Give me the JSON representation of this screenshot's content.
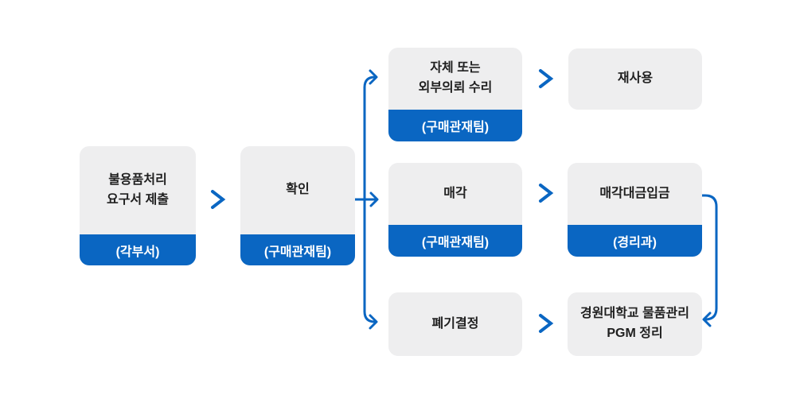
{
  "colors": {
    "background": "#FFFFFF",
    "box_gray": "#EEEEEF",
    "accent_blue": "#0A66C2",
    "label_text": "#1F1F1F",
    "band_text": "#FFFFFF"
  },
  "icons": {
    "chevron_right": "❯",
    "arrow_right": "→",
    "arrow_left": "←"
  },
  "flowchart": {
    "nodes": [
      {
        "label": "불용품처리\n요구서 제출",
        "department": "(각부서)"
      },
      {
        "label": "확인",
        "department": "(구매관재팀)"
      },
      {
        "label": "자체 또는\n외부의뢰 수리",
        "department": "(구매관재팀)"
      },
      {
        "label": "재사용"
      },
      {
        "label": "매각",
        "department": "(구매관재팀)"
      },
      {
        "label": "매각대금입금",
        "department": "(경리과)"
      },
      {
        "label": "폐기결정"
      },
      {
        "label": "경원대학교 물품관리\nPGM 정리"
      }
    ]
  }
}
